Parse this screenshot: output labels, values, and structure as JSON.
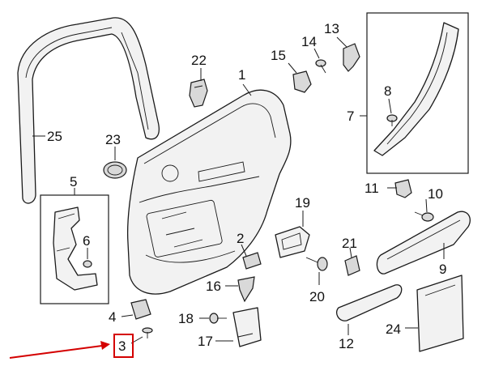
{
  "callouts": {
    "c1": "1",
    "c2": "2",
    "c3": "3",
    "c4": "4",
    "c5": "5",
    "c6": "6",
    "c7": "7",
    "c8": "8",
    "c9": "9",
    "c10": "10",
    "c11": "11",
    "c12": "12",
    "c13": "13",
    "c14": "14",
    "c15": "15",
    "c16": "16",
    "c17": "17",
    "c18": "18",
    "c19": "19",
    "c20": "20",
    "c21": "21",
    "c22": "22",
    "c23": "23",
    "c24": "24",
    "c25": "25"
  },
  "colors": {
    "highlight": "#d40000",
    "line": "#1a1a1a"
  },
  "highlighted_callout": "3"
}
